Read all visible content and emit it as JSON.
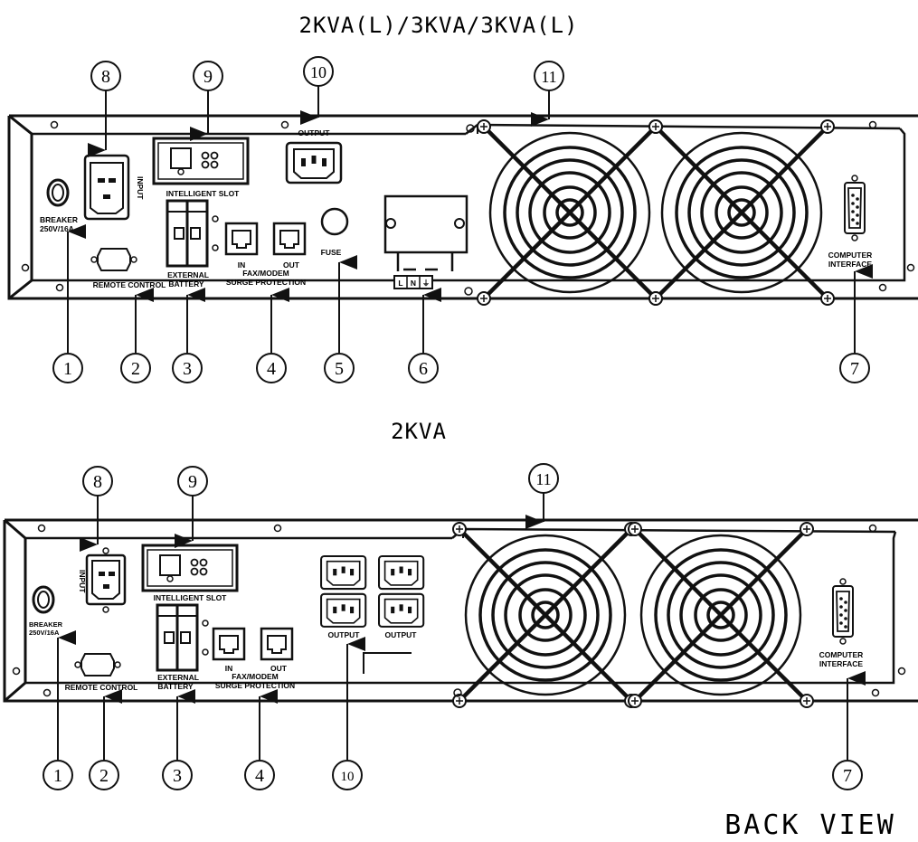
{
  "top_title": "2KVA(L)/3KVA/3KVA(L)",
  "bottom_title": "2KVA",
  "view_title": "BACK VIEW",
  "callouts": {
    "n1": "1",
    "n2": "2",
    "n3": "3",
    "n4": "4",
    "n5": "5",
    "n6": "6",
    "n7": "7",
    "n8": "8",
    "n9": "9",
    "n10": "10",
    "n11": "11"
  },
  "labels": {
    "breaker": "BREAKER",
    "breaker_rating": "250V/16A",
    "input": "INPUT",
    "remote_control": "REMOTE CONTROL",
    "intelligent_slot": "INTELLIGENT SLOT",
    "external": "EXTERNAL",
    "battery": "BATTERY",
    "in": "IN",
    "out": "OUT",
    "fax_modem": "FAX/MODEM",
    "surge_protection": "SURGE PROTECTION",
    "fuse": "FUSE",
    "output": "OUTPUT",
    "terminal_l": "L",
    "terminal_n": "N",
    "terminal_g": "⏚",
    "computer": "COMPUTER",
    "interface": "INTERFACE"
  }
}
